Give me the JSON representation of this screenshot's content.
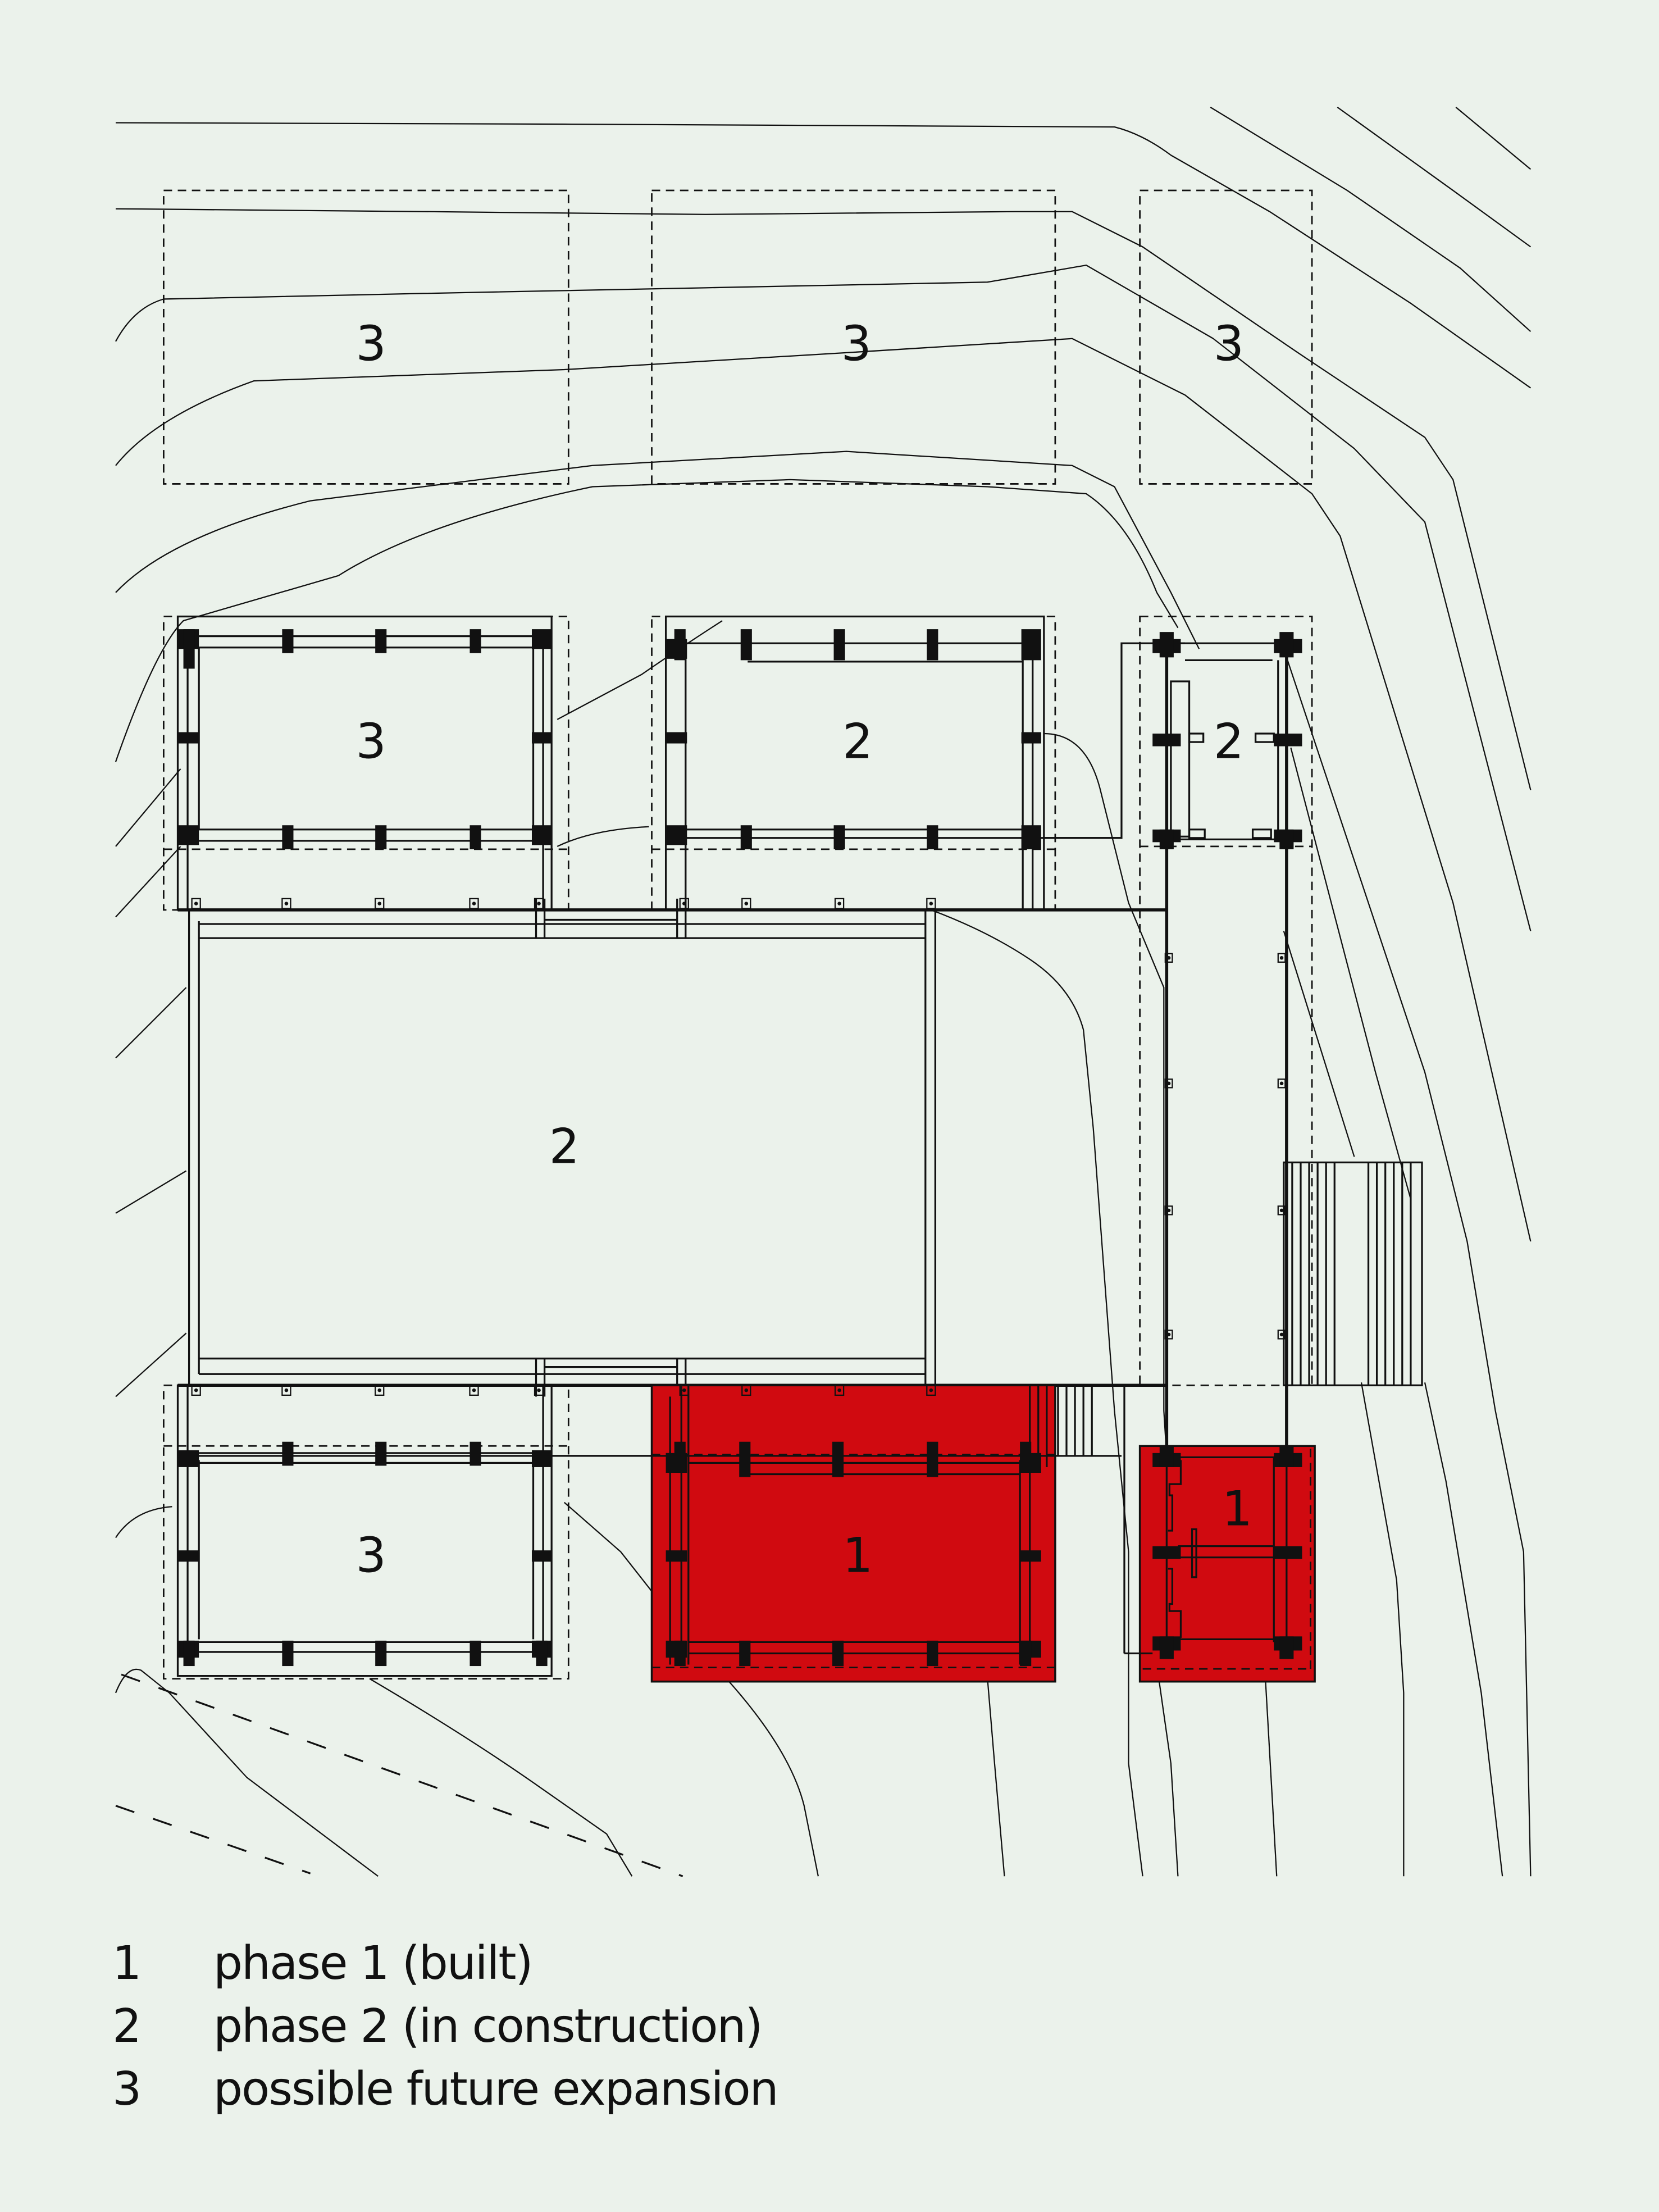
{
  "diagram": {
    "type": "site plan / phasing plan",
    "colors": {
      "background": "#ebf2eb",
      "built_fill": "#d00a10",
      "line": "#111111"
    },
    "zones": [
      {
        "id": "z-top-left",
        "label": "3",
        "phase": 3,
        "state": "future"
      },
      {
        "id": "z-top-mid",
        "label": "3",
        "phase": 3,
        "state": "future"
      },
      {
        "id": "z-top-right",
        "label": "3",
        "phase": 3,
        "state": "future"
      },
      {
        "id": "z-mid-left",
        "label": "3",
        "phase": 3,
        "state": "future"
      },
      {
        "id": "z-mid-center",
        "label": "2",
        "phase": 2,
        "state": "in construction"
      },
      {
        "id": "z-mid-right",
        "label": "2",
        "phase": 2,
        "state": "in construction"
      },
      {
        "id": "z-hall",
        "label": "2",
        "phase": 2,
        "state": "in construction"
      },
      {
        "id": "z-bottom-left",
        "label": "3",
        "phase": 3,
        "state": "future"
      },
      {
        "id": "z-bottom-center",
        "label": "1",
        "phase": 1,
        "state": "built"
      },
      {
        "id": "z-bottom-right",
        "label": "1",
        "phase": 1,
        "state": "built"
      }
    ]
  },
  "legend": {
    "items": [
      {
        "num": "1",
        "text": "phase 1 (built)"
      },
      {
        "num": "2",
        "text": "phase 2 (in construction)"
      },
      {
        "num": "3",
        "text": "possible future expansion"
      }
    ]
  }
}
